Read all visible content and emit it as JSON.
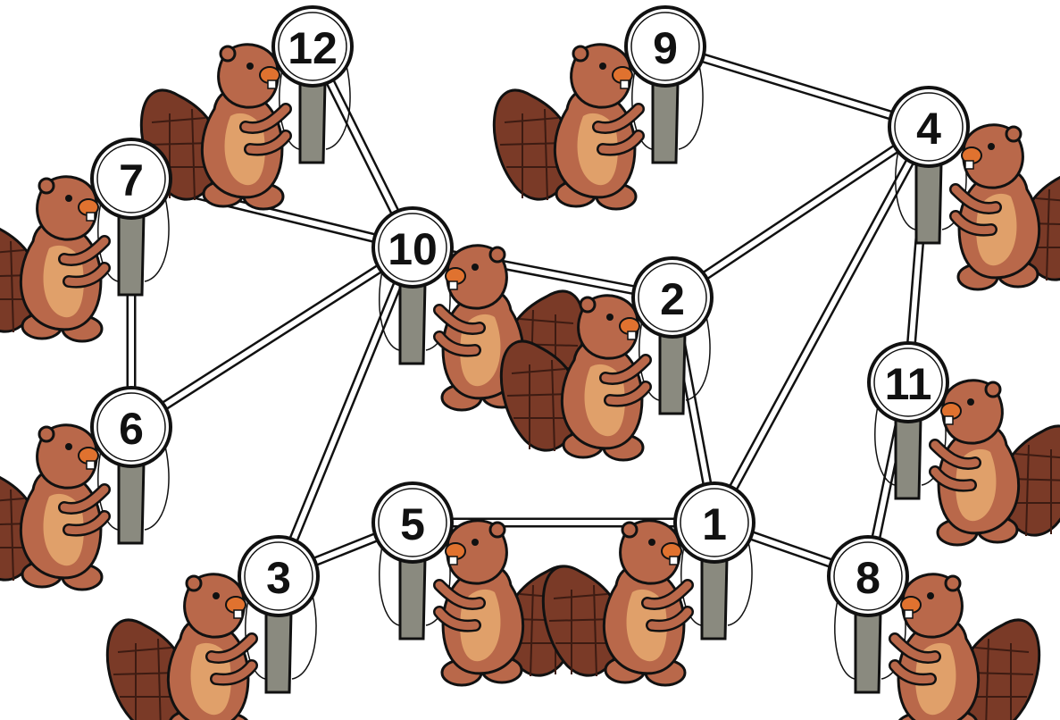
{
  "nodes": [
    {
      "id": "12",
      "label": "12",
      "beaver_side": "left"
    },
    {
      "id": "9",
      "label": "9",
      "beaver_side": "left"
    },
    {
      "id": "4",
      "label": "4",
      "beaver_side": "right"
    },
    {
      "id": "7",
      "label": "7",
      "beaver_side": "left"
    },
    {
      "id": "10",
      "label": "10",
      "beaver_side": "right"
    },
    {
      "id": "2",
      "label": "2",
      "beaver_side": "left"
    },
    {
      "id": "11",
      "label": "11",
      "beaver_side": "right"
    },
    {
      "id": "6",
      "label": "6",
      "beaver_side": "left"
    },
    {
      "id": "5",
      "label": "5",
      "beaver_side": "right"
    },
    {
      "id": "1",
      "label": "1",
      "beaver_side": "left"
    },
    {
      "id": "3",
      "label": "3",
      "beaver_side": "left"
    },
    {
      "id": "8",
      "label": "8",
      "beaver_side": "right"
    }
  ],
  "edges": [
    [
      "12",
      "10"
    ],
    [
      "9",
      "4"
    ],
    [
      "7",
      "10"
    ],
    [
      "7",
      "6"
    ],
    [
      "10",
      "2"
    ],
    [
      "10",
      "6"
    ],
    [
      "10",
      "3"
    ],
    [
      "2",
      "4"
    ],
    [
      "2",
      "1"
    ],
    [
      "4",
      "1"
    ],
    [
      "4",
      "11"
    ],
    [
      "11",
      "8"
    ],
    [
      "3",
      "5"
    ],
    [
      "5",
      "1"
    ],
    [
      "1",
      "8"
    ]
  ],
  "colors": {
    "rope": "#111111",
    "sign_face": "#ffffff",
    "sign_rim": "#111111",
    "pole": "#8a8a7f",
    "beaver_body": "#b9684a",
    "beaver_belly": "#e0a06a",
    "beaver_tail": "#7a3a27",
    "beaver_mouth": "#e0722f"
  },
  "icons": {
    "node_figure": "beaver-holding-sign-icon"
  }
}
